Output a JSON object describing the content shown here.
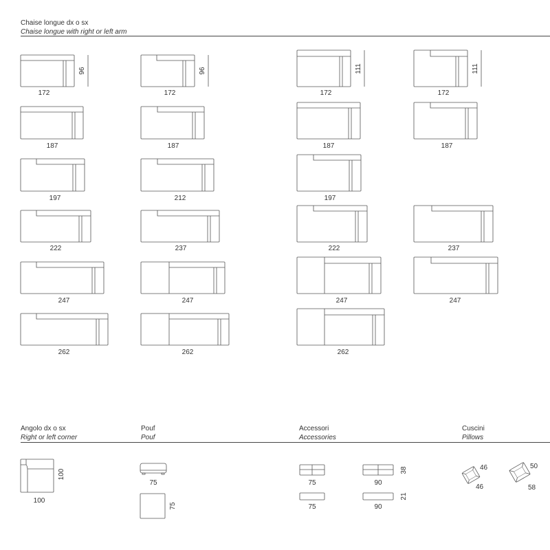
{
  "sections": {
    "chaise": {
      "title": "Chaise longue dx o sx",
      "subtitle": "Chaise longue with right or left arm"
    },
    "corner": {
      "title": "Angolo dx o sx",
      "subtitle": "Right or left corner"
    },
    "pouf": {
      "title": "Pouf",
      "subtitle": "Pouf"
    },
    "accessories": {
      "title": "Accessori",
      "subtitle": "Accessories"
    },
    "pillows": {
      "title": "Cuscini",
      "subtitle": "Pillows"
    }
  },
  "chaise_modules": {
    "height_labels": [
      "96",
      "96",
      "111",
      "111"
    ],
    "width_labels": [
      "172",
      "172",
      "172",
      "172",
      "187",
      "187",
      "187",
      "187",
      "197",
      "212",
      "197",
      "222",
      "237",
      "222",
      "237",
      "247",
      "247",
      "247",
      "247",
      "262",
      "262",
      "262"
    ]
  },
  "corner": {
    "width_label": "100",
    "depth_label": "100"
  },
  "pouf": {
    "round_width_label": "75",
    "square_depth_label": "75"
  },
  "accessories": {
    "labels": [
      "75",
      "90",
      "38",
      "75",
      "90",
      "21"
    ]
  },
  "pillows": {
    "labels": [
      "46",
      "46",
      "50",
      "58"
    ]
  }
}
